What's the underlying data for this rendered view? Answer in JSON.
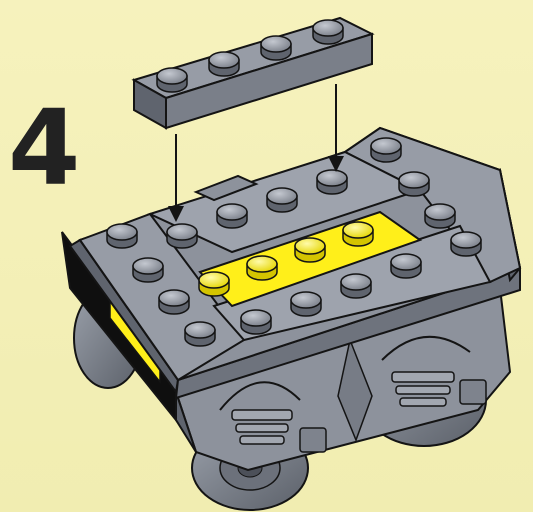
{
  "step": {
    "number": "4"
  },
  "colors": {
    "background": "#f4f0b6",
    "brick_gray": "#8d929c",
    "brick_gray_dark": "#5f646e",
    "brick_gray_light": "#b2b6bf",
    "accent_yellow": "#ffef1a",
    "outline": "#141414",
    "black": "#0f0f0f"
  },
  "parts": {
    "falling_plate": {
      "studs_shown": 4,
      "description_icon": "lego-plate-1x4"
    },
    "assembly": {
      "description_icon": "lego-train-bogie-assembly"
    },
    "arrows": {
      "count": 2,
      "icon": "down-arrow-icon"
    }
  }
}
